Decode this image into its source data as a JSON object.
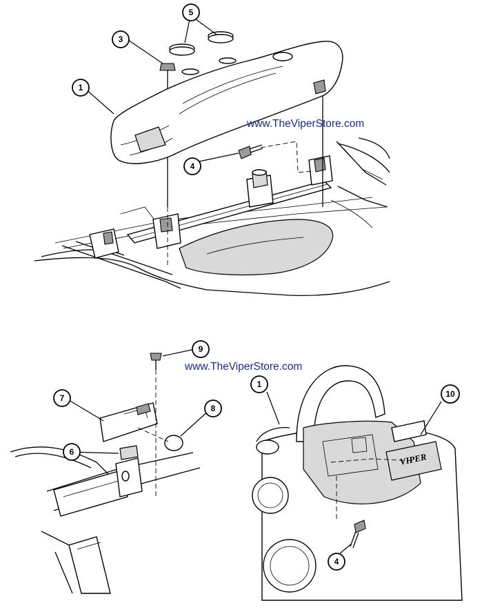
{
  "watermarks": {
    "top": "www.TheViperStore.com",
    "bottom": "www.TheViperStore.com"
  },
  "callouts": {
    "top_1": "1",
    "top_3": "3",
    "top_4": "4",
    "top_5": "5",
    "bl_6": "6",
    "bl_7": "7",
    "bl_8": "8",
    "bl_9": "9",
    "br_1": "1",
    "br_4": "4",
    "br_10": "10"
  },
  "badge_text": "VIPER"
}
